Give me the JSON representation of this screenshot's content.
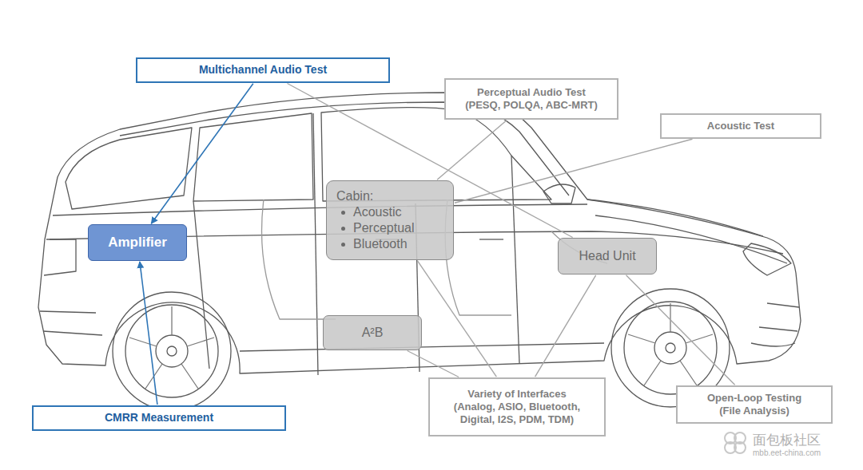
{
  "diagram": {
    "nodes": [
      {
        "text": [
          "Multichannel Audio Test"
        ]
      },
      {
        "text": [
          "Perceptual Audio Test",
          "(PESQ, POLQA, ABC-MRT)"
        ]
      },
      {
        "text": [
          "Acoustic Test"
        ]
      },
      {
        "text": [
          "Cabin:",
          "Acoustic",
          "Perceptual",
          "Bluetooth"
        ]
      },
      {
        "text": [
          "Amplifier"
        ]
      },
      {
        "text": [
          "Head Unit"
        ]
      },
      {
        "text": [
          "A²B"
        ]
      },
      {
        "text": [
          "Variety of Interfaces",
          "(Analog, ASIO, Bluetooth, Digital, I2S, PDM, TDM)"
        ]
      },
      {
        "text": [
          "Open-Loop Testing",
          "(File Analysis)"
        ]
      },
      {
        "text": [
          "CMRR Measurement"
        ]
      }
    ],
    "edges": [
      {
        "from": 0,
        "to": 4,
        "arrow": "to"
      },
      {
        "from": 0,
        "to": 5,
        "arrow": "none"
      },
      {
        "from": 1,
        "to": 3,
        "arrow": "none"
      },
      {
        "from": 2,
        "to": 3,
        "arrow": "none"
      },
      {
        "from": 7,
        "to": 6,
        "arrow": "none"
      },
      {
        "from": 7,
        "to": 3,
        "arrow": "none"
      },
      {
        "from": 7,
        "to": 5,
        "arrow": "none"
      },
      {
        "from": 8,
        "to": 5,
        "arrow": "none"
      },
      {
        "from": 9,
        "to": 4,
        "arrow": "to"
      }
    ],
    "labels": [
      "面包板社区",
      "mbb.eet-china.com"
    ]
  }
}
